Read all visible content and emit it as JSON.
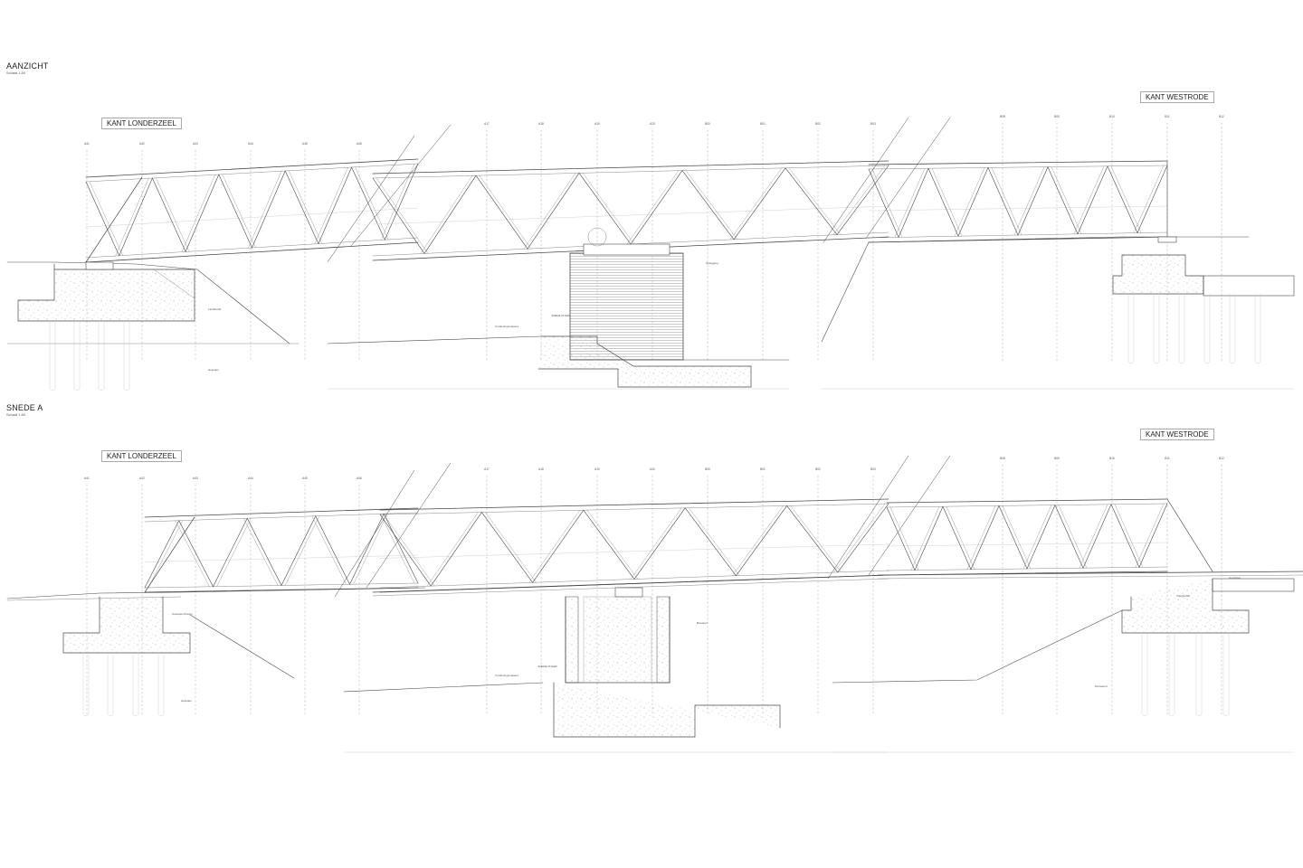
{
  "sections": [
    {
      "title": "AANZICHT",
      "scale": "Schaal 1:50",
      "left_label": "KANT LONDERZEEL",
      "right_label": "KANT WESTRODE"
    },
    {
      "title": "SNEDE A",
      "scale": "Schaal 1:50",
      "left_label": "KANT LONDERZEEL",
      "right_label": "KANT WESTRODE"
    }
  ],
  "axis_labels": {
    "aanzicht_left": [
      "A41",
      "A42",
      "A43",
      "A44",
      "A45",
      "A46"
    ],
    "aanzicht_mid": [
      "A17",
      "A18",
      "A19",
      "A20",
      "B00",
      "B01",
      "B02",
      "B03",
      "B04"
    ],
    "aanzicht_right": [
      "B05",
      "B06",
      "B07",
      "B08",
      "B09",
      "B10",
      "B11",
      "B12"
    ],
    "snede_left": [
      "A41",
      "A42",
      "A43",
      "A44",
      "A45",
      "A46"
    ],
    "snede_mid": [
      "A17",
      "A18",
      "A19",
      "A20",
      "B00",
      "B01",
      "B02",
      "B03",
      "B04"
    ],
    "snede_right": [
      "B05",
      "B06",
      "B07",
      "B08",
      "B09",
      "B10",
      "B11",
      "B12"
    ]
  },
  "annotations": {
    "pijler": "SNEDE PIJLER",
    "fundering": "Funderingsmassief",
    "bouwput": "Bouwput",
    "voegprofiel": "Voegprofiel",
    "landhoofd": "Landhoofd",
    "damwand": "Damwand",
    "palen": "Heipalen",
    "beton": "Gewapend beton",
    "gootvloer": "Gootvloer",
    "opleg": "Oplegging"
  },
  "colors": {
    "line": "#4a4a4a",
    "thin": "#8a8a8a",
    "faint": "#c6c6c6",
    "hatch": "#9a9a9a"
  }
}
